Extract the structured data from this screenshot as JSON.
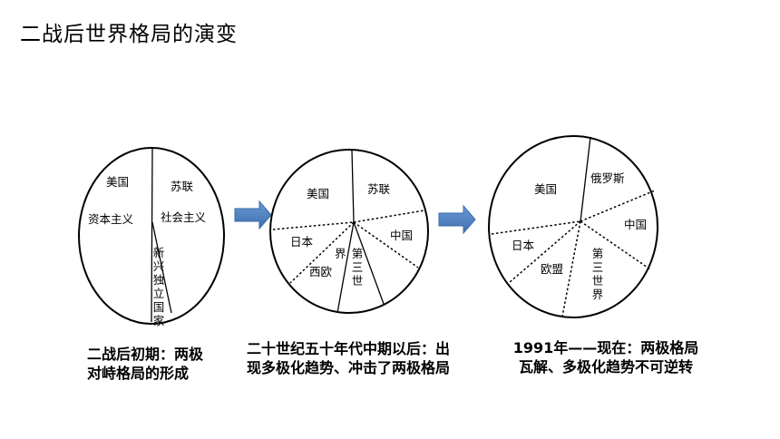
{
  "title": "二战后世界格局的演变",
  "stages": [
    {
      "labels": {
        "us": "美国",
        "capitalism": "资本主义",
        "su": "苏联",
        "socialism": "社会主义",
        "new_states": "新兴独立国家"
      },
      "caption": [
        "二战后初期：两极",
        "对峙格局的形成"
      ]
    },
    {
      "labels": {
        "us": "美国",
        "su": "苏联",
        "japan": "日本",
        "china": "中国",
        "western_europe": "西欧",
        "jie": "界",
        "third_world": "第三世"
      },
      "caption": [
        "二十世纪五十年代中期以后：出",
        "现多极化趋势、冲击了两极格局"
      ]
    },
    {
      "labels": {
        "us": "美国",
        "russia": "俄罗斯",
        "china": "中国",
        "japan": "日本",
        "europe_union": "欧盟",
        "third_world": "第三世界"
      },
      "caption": [
        "1991年——现在：两极格局",
        "瓦解、多极化趋势不可逆转"
      ]
    }
  ],
  "arrow_color": "#4f81bd"
}
